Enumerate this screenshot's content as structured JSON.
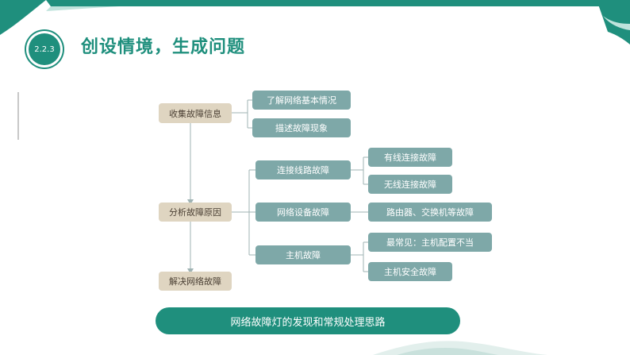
{
  "header": {
    "section_number": "2.2.3",
    "title": "创设情境，生成问题"
  },
  "diagram": {
    "stages": [
      {
        "label": "收集故障信息"
      },
      {
        "label": "分析故障原因"
      },
      {
        "label": "解决网络故障"
      }
    ],
    "collect_items": [
      "了解网络基本情况",
      "描述故障现象"
    ],
    "causes": [
      "连接线路故障",
      "网络设备故障",
      "主机故障"
    ],
    "line_subs": [
      "有线连接故障",
      "无线连接故障"
    ],
    "device_subs": [
      "路由器、交换机等故障"
    ],
    "host_subs": [
      "最常见：主机配置不当",
      "主机安全故障"
    ]
  },
  "caption": "网络故障灯的发现和常规处理思路",
  "colors": {
    "accent": "#1f8f7d",
    "stage_box": "#dfd5c1",
    "item_box": "#7ea8a8"
  }
}
